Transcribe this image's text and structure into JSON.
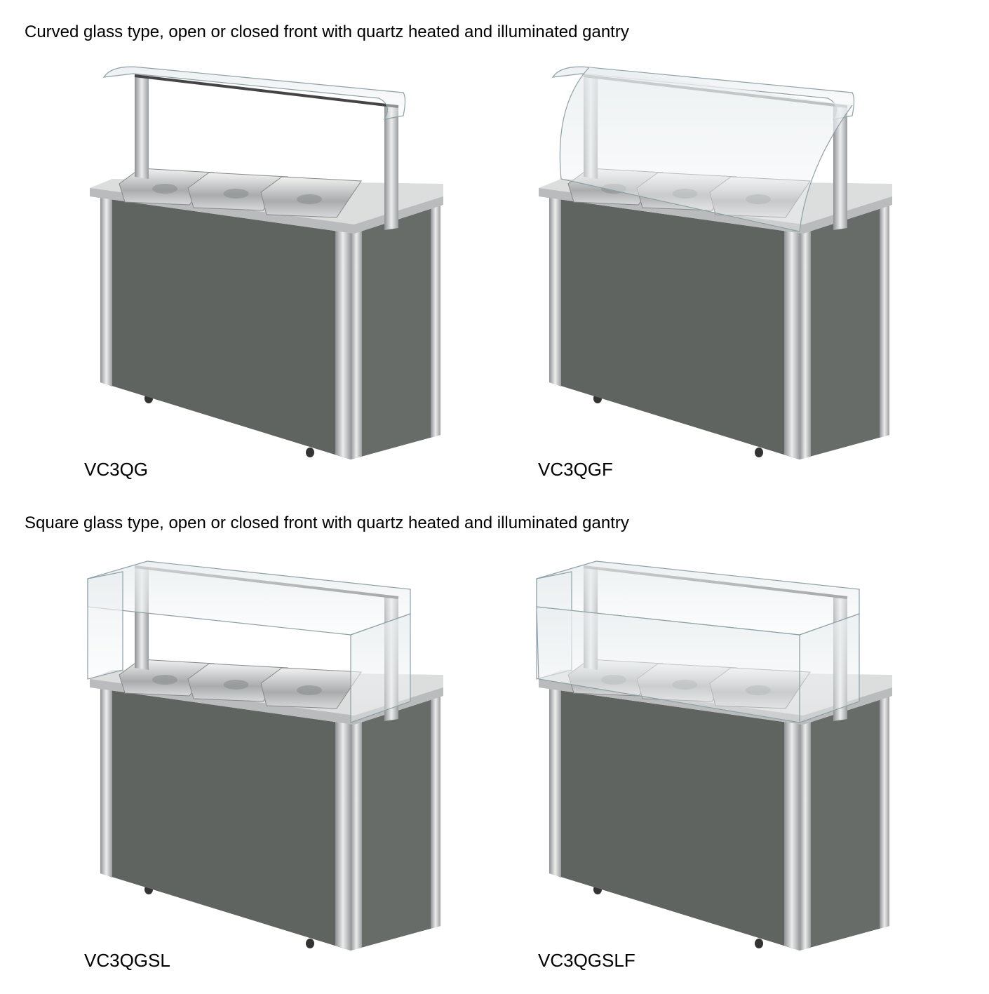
{
  "sections": [
    {
      "heading": "Curved glass type, open or closed front with quartz heated and illuminated gantry",
      "products": [
        {
          "model": "VC3QG",
          "glass": "curved",
          "front": "open"
        },
        {
          "model": "VC3QGF",
          "glass": "curved",
          "front": "closed"
        }
      ]
    },
    {
      "heading": "Square glass type, open or closed front with quartz heated and illuminated gantry",
      "products": [
        {
          "model": "VC3QGSL",
          "glass": "square",
          "front": "open"
        },
        {
          "model": "VC3QGSLF",
          "glass": "square",
          "front": "closed"
        }
      ]
    }
  ],
  "colors": {
    "panel": "#5f6460",
    "side": "#676c68",
    "steel": "#c9cbcc"
  }
}
